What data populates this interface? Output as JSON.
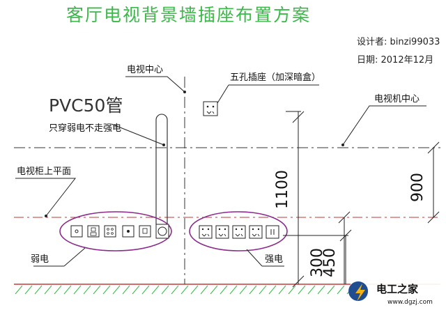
{
  "title": "客厅电视背景墙插座布置方案",
  "designer": "设计者: binzi99033",
  "date": "日期: 2012年12月",
  "labels": {
    "tv_center": "电视中心",
    "five_hole_socket": "五孔插座（加深暗盒）",
    "pvc_pipe": "PVC50管",
    "pvc_note": "只穿弱电不走强电",
    "tv_set_center": "电视机中心",
    "cabinet_top": "电视柜上平面",
    "weak_current": "弱电",
    "strong_current": "强电"
  },
  "dimensions": {
    "d1100": "1100",
    "d900": "900",
    "d450": "450",
    "d300": "300"
  },
  "colors": {
    "title": "#3cb84a",
    "ellipse": "#8a2a8a",
    "floor_line": "#c23b3b",
    "cabinet_line": "#b83a3a",
    "watermark_bg": "#ffffff"
  },
  "watermark": {
    "name": "电工之家",
    "url": "www.dgzj.com"
  }
}
